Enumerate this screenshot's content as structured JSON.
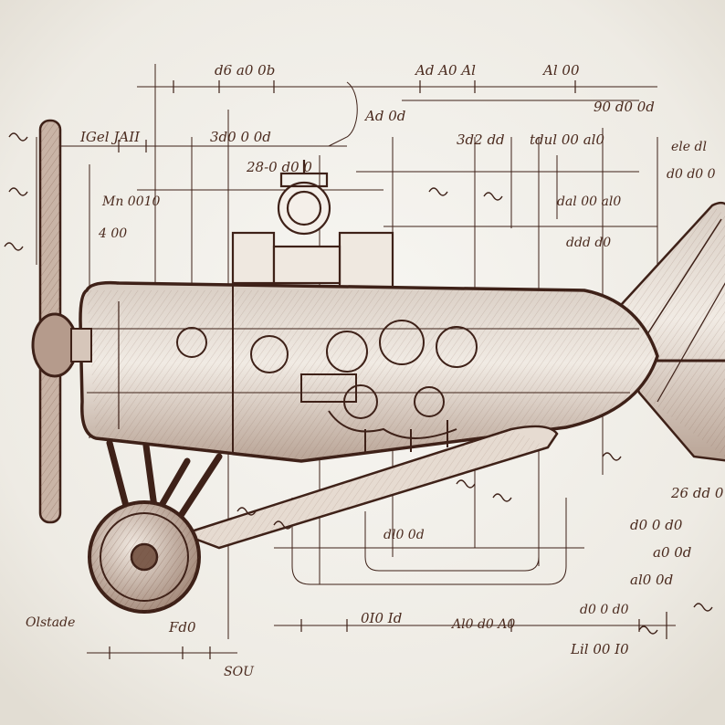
{
  "scene": {
    "subject": "airplane-blueprint-sketch",
    "style": "sepia-ink-on-parchment",
    "ink_color": "#3e2118",
    "paper_color": "#f3f1ec"
  },
  "handwriting": {
    "top_row": [
      "d6 a0 0b",
      "Ad A0 Al",
      "Al 00",
      "90 d0 0d",
      "Ad 0d"
    ],
    "upper_left": [
      "IGel JAII",
      "3d0 0 0d",
      "Mn 0010",
      "4 00"
    ],
    "upper_middle": [
      "28-0 d0 0",
      "3d2 dd",
      "tdul 00 al0"
    ],
    "upper_right": [
      "dal 00 al0",
      "ddd d0",
      "ele dl",
      "d0 d0 0"
    ],
    "right_column": [
      "26 dd 0",
      "d0 0 d0",
      "a0 0d",
      "al0 0d"
    ],
    "bottom_left": "Olstade",
    "bottom_labels": [
      "Fd0",
      "0I0 Id",
      "SOU",
      "Al0 d0 A0"
    ],
    "bottom_right": [
      "Lil 00 I0",
      "d0 0 d0",
      "dl0 0d"
    ]
  }
}
